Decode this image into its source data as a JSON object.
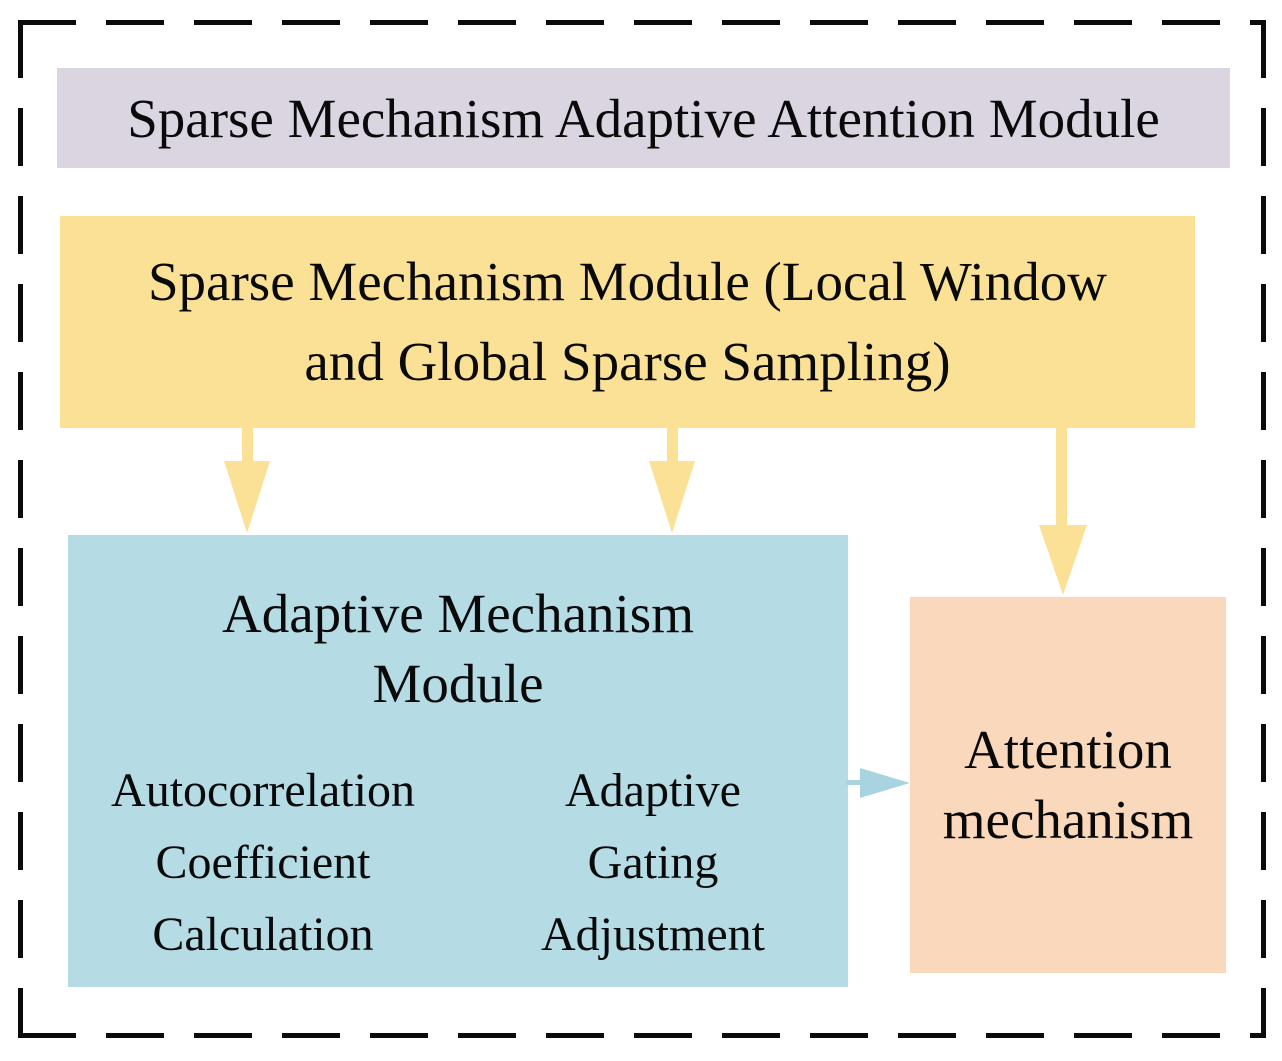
{
  "diagram": {
    "title": "Sparse Mechanism Adaptive Attention Module",
    "title_box_color": "#dbd5e2",
    "border_color": "#0b0b0b",
    "boxes": {
      "sparse_mechanism": {
        "text": "Sparse Mechanism Module (Local Window\nand Global Sparse Sampling)",
        "color": "#fbe195"
      },
      "adaptive_mechanism": {
        "heading": "Adaptive Mechanism\nModule",
        "color": "#b5dbe4",
        "items": [
          {
            "label": "Autocorrelation\nCoefficient\nCalculation"
          },
          {
            "label": "Adaptive\nGating\nAdjustment"
          }
        ]
      },
      "attention": {
        "text": "Attention\nmechanism",
        "color": "#fad8bc"
      }
    },
    "arrows": {
      "down_arrow_color": "#fbe195",
      "right_arrow_color": "#a7d4e0",
      "down_arrow_count": 3,
      "right_arrow_count": 1
    }
  }
}
